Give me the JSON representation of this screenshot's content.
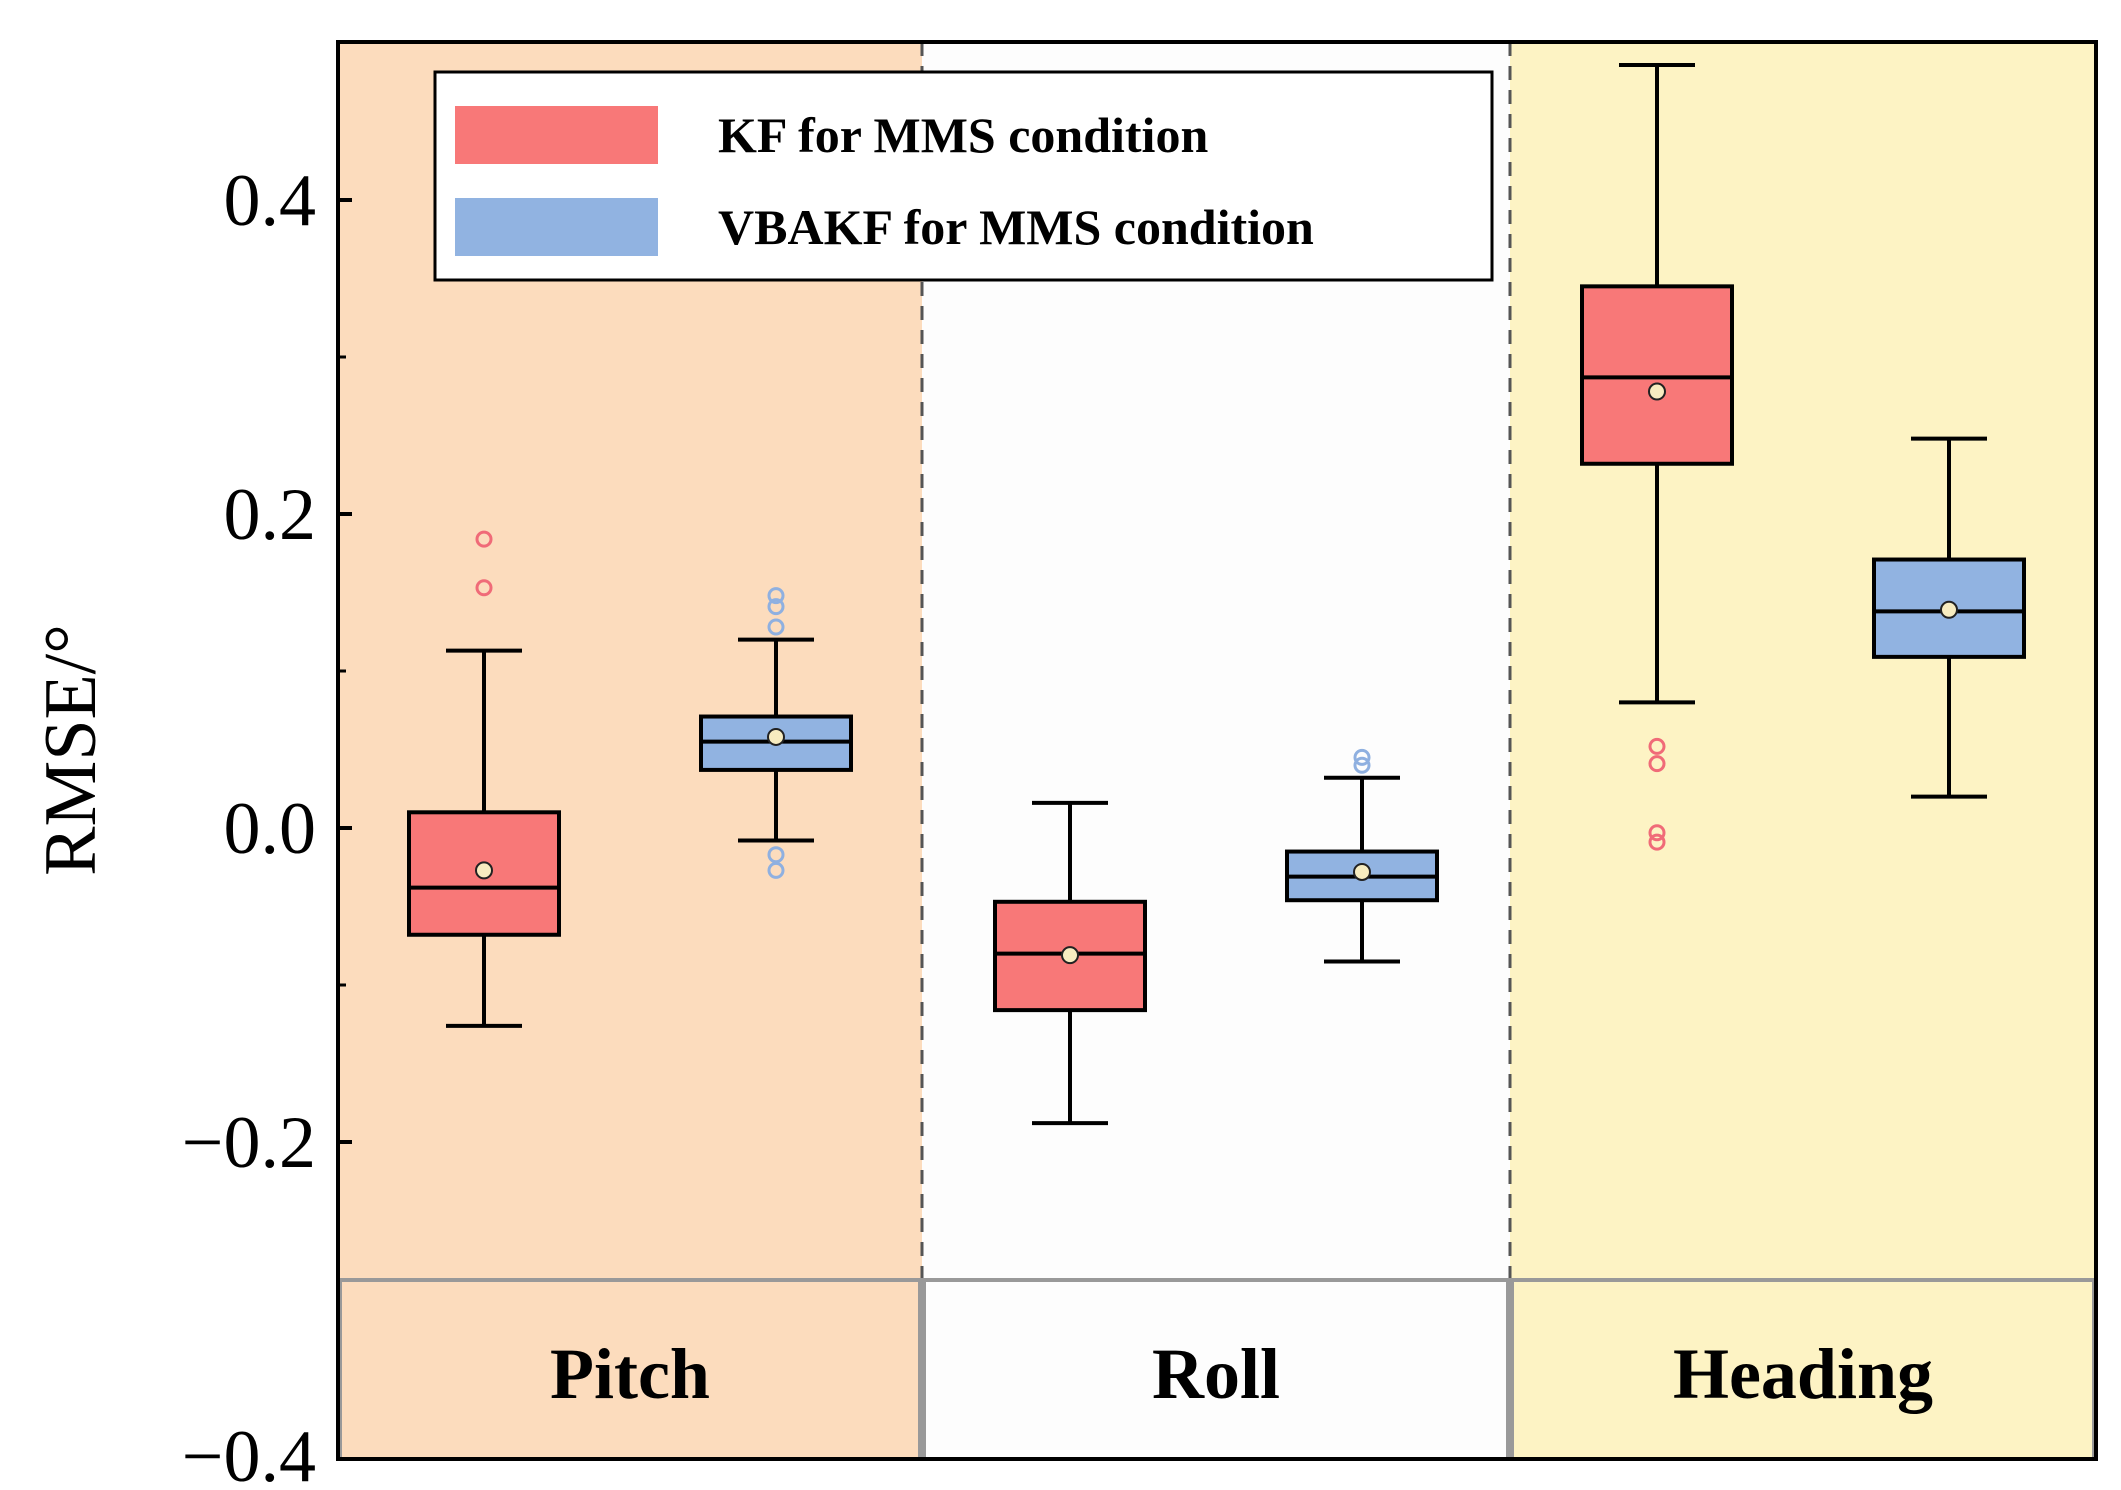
{
  "chart_data": {
    "type": "box",
    "ylabel": "RMSE/°",
    "ylim": [
      -0.4,
      0.5
    ],
    "yticks": [
      0.4,
      0.2,
      0.0,
      -0.2,
      -0.4
    ],
    "ytick_labels": [
      "0.4",
      "0.2",
      "0.0",
      "−0.2",
      "−0.4"
    ],
    "legend_position": "top-left",
    "categories": [
      "Pitch",
      "Roll",
      "Heading"
    ],
    "category_backgrounds": [
      "#fcdcbd",
      "#fdfdfd",
      "#fdf3c4"
    ],
    "series": [
      {
        "name": "KF for MMS condition",
        "color": "#f87878",
        "outlier_color": "#f06b78",
        "boxes": [
          {
            "category": "Pitch",
            "whislo": -0.126,
            "q1": -0.068,
            "median": -0.038,
            "q3": 0.01,
            "whishi": 0.113,
            "mean": -0.027,
            "fliers": [
              0.184,
              0.153
            ]
          },
          {
            "category": "Roll",
            "whislo": -0.188,
            "q1": -0.116,
            "median": -0.08,
            "q3": -0.047,
            "whishi": 0.016,
            "mean": -0.081,
            "fliers": []
          },
          {
            "category": "Heading",
            "whislo": 0.08,
            "q1": 0.232,
            "median": 0.287,
            "q3": 0.345,
            "whishi": 0.486,
            "mean": 0.278,
            "fliers": [
              0.052,
              0.041,
              -0.003,
              -0.009
            ]
          }
        ]
      },
      {
        "name": "VBAKF for MMS condition",
        "color": "#91b3e1",
        "outlier_color": "#8fb0e0",
        "boxes": [
          {
            "category": "Pitch",
            "whislo": -0.008,
            "q1": 0.037,
            "median": 0.055,
            "q3": 0.071,
            "whishi": 0.12,
            "mean": 0.058,
            "fliers": [
              0.148,
              0.141,
              0.128,
              -0.017,
              -0.027
            ]
          },
          {
            "category": "Roll",
            "whislo": -0.085,
            "q1": -0.046,
            "median": -0.031,
            "q3": -0.015,
            "whishi": 0.032,
            "mean": -0.028,
            "fliers": [
              0.045,
              0.04
            ]
          },
          {
            "category": "Heading",
            "whislo": 0.02,
            "q1": 0.109,
            "median": 0.138,
            "q3": 0.171,
            "whishi": 0.248,
            "mean": 0.139,
            "fliers": []
          }
        ]
      }
    ]
  }
}
